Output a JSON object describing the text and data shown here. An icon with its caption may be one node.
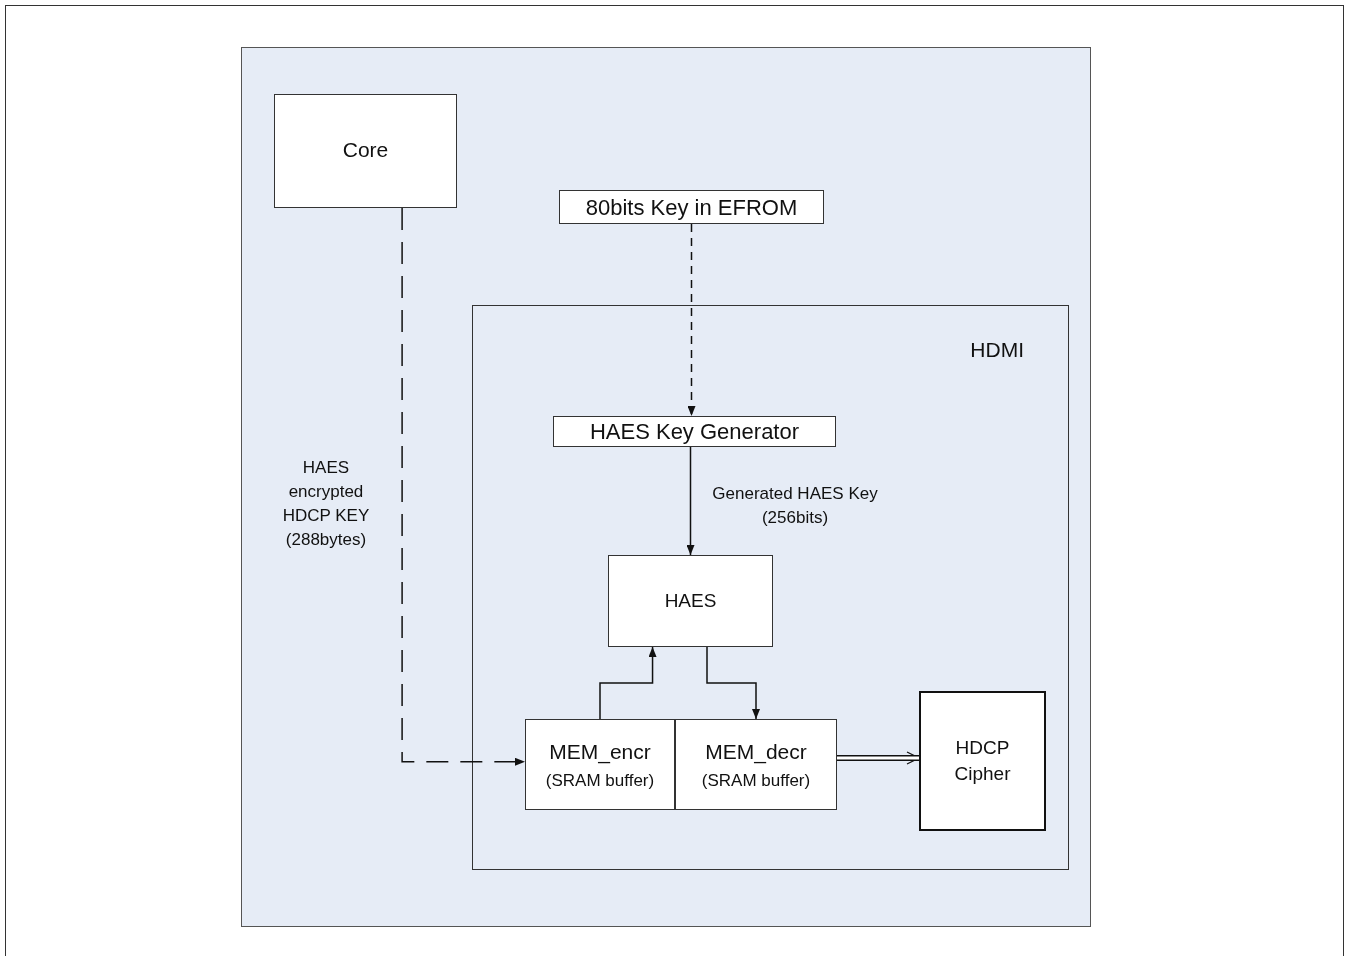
{
  "diagram": {
    "nodes": [
      {
        "text": [],
        "shape": "box"
      },
      {
        "text": [
          "Core"
        ],
        "in": 0
      },
      {
        "text": [
          "80bits Key in EFROM"
        ],
        "in": 0
      },
      {
        "text": [
          "HDMI"
        ],
        "in": 0
      },
      {
        "text": [
          "HAES Key Generator"
        ],
        "in": 3
      },
      {
        "text": [
          "HAES"
        ],
        "in": 3
      },
      {
        "text": [
          "MEM_encr",
          "(SRAM buffer)"
        ],
        "in": 3
      },
      {
        "text": [
          "MEM_decr",
          "(SRAM buffer)"
        ],
        "in": 3
      },
      {
        "text": [
          "HDCP Cipher"
        ],
        "in": 3
      }
    ],
    "edges": [
      {
        "from": 1,
        "to": 6,
        "arrow": "to",
        "label": "HAES encrypted HDCP KEY (288bytes)",
        "style": "dashed"
      },
      {
        "from": 2,
        "to": 4,
        "arrow": "to",
        "style": "dashed"
      },
      {
        "from": 4,
        "to": 5,
        "arrow": "to",
        "label": "Generated HAES Key (256bits)"
      },
      {
        "from": 6,
        "to": 5,
        "arrow": "to"
      },
      {
        "from": 5,
        "to": 7,
        "arrow": "to"
      },
      {
        "from": 7,
        "to": 8,
        "arrow": "to",
        "style": "thick"
      }
    ]
  }
}
